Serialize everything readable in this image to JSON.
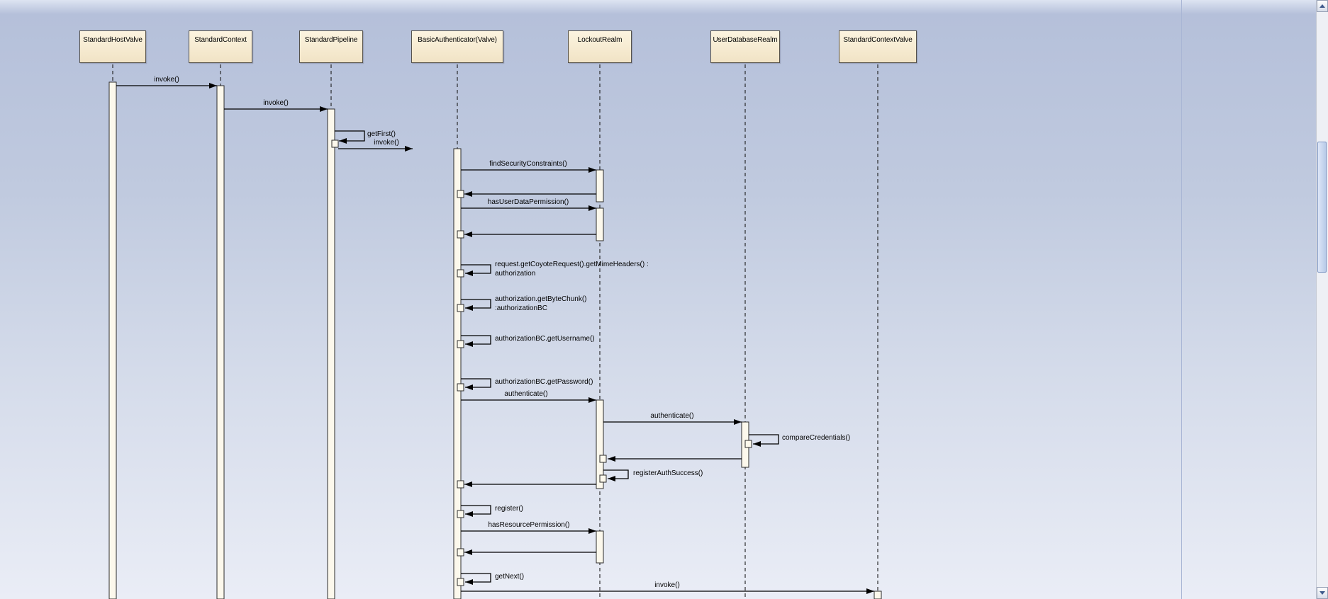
{
  "diagram": {
    "participants": [
      {
        "name": "StandardHostValve"
      },
      {
        "name": "StandardContext"
      },
      {
        "name": "StandardPipeline"
      },
      {
        "name": "BasicAuthenticator(Valve)"
      },
      {
        "name": "LockoutRealm"
      },
      {
        "name": "UserDatabaseRealm"
      },
      {
        "name": "StandardContextValve"
      }
    ],
    "messages": [
      {
        "label": "invoke()",
        "from": "StandardHostValve",
        "to": "StandardContext",
        "kind": "call"
      },
      {
        "label": "invoke()",
        "from": "StandardContext",
        "to": "StandardPipeline",
        "kind": "call"
      },
      {
        "label": "getFirst()",
        "from": "StandardPipeline",
        "to": "StandardPipeline",
        "kind": "self"
      },
      {
        "label": "invoke()",
        "from": "StandardPipeline",
        "to": "BasicAuthenticator(Valve)",
        "kind": "call"
      },
      {
        "label": "findSecurityConstraints()",
        "from": "BasicAuthenticator(Valve)",
        "to": "LockoutRealm",
        "kind": "call"
      },
      {
        "label": "",
        "from": "LockoutRealm",
        "to": "BasicAuthenticator(Valve)",
        "kind": "return"
      },
      {
        "label": "hasUserDataPermission()",
        "from": "BasicAuthenticator(Valve)",
        "to": "LockoutRealm",
        "kind": "call"
      },
      {
        "label": "",
        "from": "LockoutRealm",
        "to": "BasicAuthenticator(Valve)",
        "kind": "return"
      },
      {
        "line1": "request.getCoyoteRequest().getMimeHeaders() :",
        "line2": "authorization",
        "from": "BasicAuthenticator(Valve)",
        "to": "BasicAuthenticator(Valve)",
        "kind": "self"
      },
      {
        "line1": "authorization.getByteChunk()",
        "line2": ":authorizationBC",
        "from": "BasicAuthenticator(Valve)",
        "to": "BasicAuthenticator(Valve)",
        "kind": "self"
      },
      {
        "label": "authorizationBC.getUsername()",
        "from": "BasicAuthenticator(Valve)",
        "to": "BasicAuthenticator(Valve)",
        "kind": "self"
      },
      {
        "label": "authorizationBC.getPassword()",
        "from": "BasicAuthenticator(Valve)",
        "to": "BasicAuthenticator(Valve)",
        "kind": "self"
      },
      {
        "label": "authenticate()",
        "from": "BasicAuthenticator(Valve)",
        "to": "LockoutRealm",
        "kind": "call"
      },
      {
        "label": "authenticate()",
        "from": "LockoutRealm",
        "to": "UserDatabaseRealm",
        "kind": "call"
      },
      {
        "label": "compareCredentials()",
        "from": "UserDatabaseRealm",
        "to": "UserDatabaseRealm",
        "kind": "self"
      },
      {
        "label": "",
        "from": "UserDatabaseRealm",
        "to": "LockoutRealm",
        "kind": "return"
      },
      {
        "label": "registerAuthSuccess()",
        "from": "LockoutRealm",
        "to": "LockoutRealm",
        "kind": "self"
      },
      {
        "label": "",
        "from": "LockoutRealm",
        "to": "BasicAuthenticator(Valve)",
        "kind": "return"
      },
      {
        "label": "register()",
        "from": "BasicAuthenticator(Valve)",
        "to": "BasicAuthenticator(Valve)",
        "kind": "self"
      },
      {
        "label": "hasResourcePermission()",
        "from": "BasicAuthenticator(Valve)",
        "to": "LockoutRealm",
        "kind": "call"
      },
      {
        "label": "",
        "from": "LockoutRealm",
        "to": "BasicAuthenticator(Valve)",
        "kind": "return"
      },
      {
        "label": "getNext()",
        "from": "BasicAuthenticator(Valve)",
        "to": "BasicAuthenticator(Valve)",
        "kind": "self"
      },
      {
        "label": "invoke()",
        "from": "BasicAuthenticator(Valve)",
        "to": "StandardContextValve",
        "kind": "call"
      }
    ],
    "colors": {
      "participant_fill": "#f6ead4",
      "activation_fill": "#fcf8ec",
      "background_top": "#b5c0da",
      "background_bottom": "#eaedf6",
      "line": "#000000"
    }
  },
  "scrollbar": {
    "orientation": "vertical",
    "up_icon": "triangle-up",
    "down_icon": "triangle-down"
  }
}
